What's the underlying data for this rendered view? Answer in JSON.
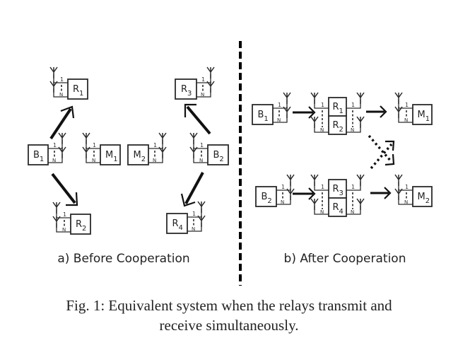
{
  "figure": {
    "caption_line1": "Fig. 1: Equivalent system when the relays transmit and",
    "caption_line2": "receive simultaneously."
  },
  "panels": {
    "before": {
      "caption": "a) Before Cooperation",
      "nodes": [
        {
          "id": "R1",
          "base": "R",
          "sub": "1",
          "antenna_side": "left"
        },
        {
          "id": "B1",
          "base": "B",
          "sub": "1",
          "antenna_side": "right"
        },
        {
          "id": "M1",
          "base": "M",
          "sub": "1",
          "antenna_side": "left"
        },
        {
          "id": "M2",
          "base": "M",
          "sub": "2",
          "antenna_side": "right"
        },
        {
          "id": "B2",
          "base": "B",
          "sub": "2",
          "antenna_side": "left"
        },
        {
          "id": "R2",
          "base": "R",
          "sub": "2",
          "antenna_side": "left"
        },
        {
          "id": "R3",
          "base": "R",
          "sub": "3",
          "antenna_side": "right"
        },
        {
          "id": "R4",
          "base": "R",
          "sub": "4",
          "antenna_side": "right"
        }
      ],
      "links": [
        {
          "from": "B1",
          "to": "R1",
          "style": "solid"
        },
        {
          "from": "B1",
          "to": "R2",
          "style": "solid"
        },
        {
          "from": "B2",
          "to": "R3",
          "style": "solid"
        },
        {
          "from": "B2",
          "to": "R4",
          "style": "solid"
        }
      ]
    },
    "after": {
      "caption": "b) After Cooperation",
      "nodes": [
        {
          "id": "B1",
          "base": "B",
          "sub": "1",
          "antenna_side": "right"
        },
        {
          "id": "R1R2",
          "stack": [
            {
              "base": "R",
              "sub": "1"
            },
            {
              "base": "R",
              "sub": "2"
            }
          ],
          "antenna_side": "both"
        },
        {
          "id": "M1",
          "base": "M",
          "sub": "1",
          "antenna_side": "left"
        },
        {
          "id": "B2",
          "base": "B",
          "sub": "2",
          "antenna_side": "right"
        },
        {
          "id": "R3R4",
          "stack": [
            {
              "base": "R",
              "sub": "3"
            },
            {
              "base": "R",
              "sub": "4"
            }
          ],
          "antenna_side": "both"
        },
        {
          "id": "M2",
          "base": "M",
          "sub": "2",
          "antenna_side": "left"
        }
      ],
      "links": [
        {
          "from": "B1",
          "to": "R1R2",
          "style": "solid"
        },
        {
          "from": "R1R2",
          "to": "M1",
          "style": "solid"
        },
        {
          "from": "B2",
          "to": "R3R4",
          "style": "solid"
        },
        {
          "from": "R3R4",
          "to": "M2",
          "style": "solid"
        },
        {
          "from": "R1R2",
          "to": "M2",
          "style": "dotted"
        },
        {
          "from": "R3R4",
          "to": "M1",
          "style": "dotted"
        }
      ]
    }
  },
  "antenna_labels": {
    "first": "1",
    "last": "N"
  }
}
